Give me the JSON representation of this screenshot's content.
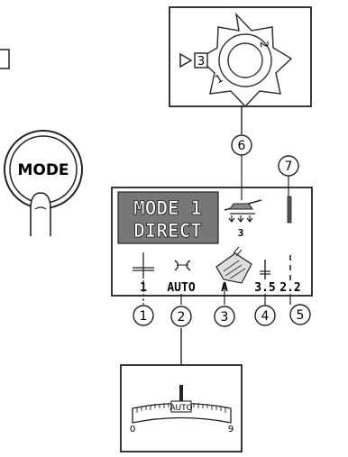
{
  "mode_button": {
    "label": "MODE"
  },
  "lcd": {
    "mode_line1": "MODE 1",
    "mode_line2": "DIRECT",
    "feed_dog_value": "3",
    "stitch_position_value": "1",
    "tension_value": "AUTO",
    "foot_value": "A",
    "stitch_width_value": "3.5",
    "stitch_length_value": "2.2"
  },
  "dial": {
    "current_value": "3",
    "mark_2": "2",
    "mark_1": "1"
  },
  "tension_scale": {
    "auto_label": "AUTO",
    "min_label": "0",
    "max_label": "9"
  },
  "callouts": [
    "1",
    "2",
    "3",
    "4",
    "5",
    "6",
    "7"
  ]
}
